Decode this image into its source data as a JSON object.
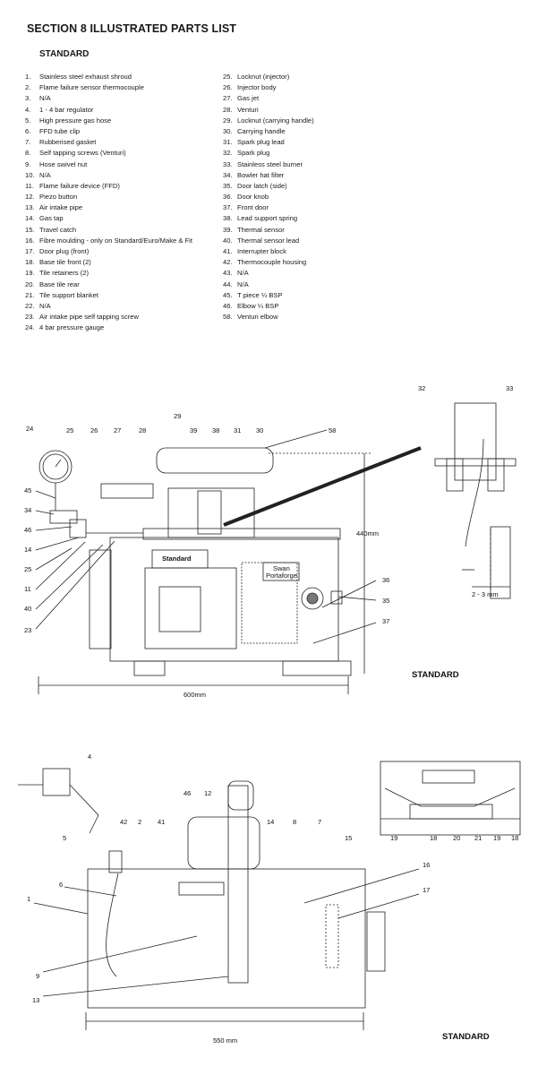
{
  "header": {
    "title": "SECTION 8 ILLUSTRATED PARTS LIST",
    "subtitle": "STANDARD"
  },
  "parts_left": [
    {
      "num": "1.",
      "name": "Stainless steel exhaust shroud"
    },
    {
      "num": "2.",
      "name": "Flame failure sensor thermocouple"
    },
    {
      "num": "3.",
      "name": "N/A"
    },
    {
      "num": "4.",
      "name": "1 - 4 bar regulator"
    },
    {
      "num": "5.",
      "name": "High pressure gas hose"
    },
    {
      "num": "6.",
      "name": "FFD tube clip"
    },
    {
      "num": "7.",
      "name": "Rubberised gasket"
    },
    {
      "num": "8.",
      "name": "Self tapping screws (Venturi)"
    },
    {
      "num": "9.",
      "name": "Hose swivel nut"
    },
    {
      "num": "10.",
      "name": "N/A"
    },
    {
      "num": "11.",
      "name": "Flame failure device (FFD)"
    },
    {
      "num": "12.",
      "name": "Piezo button"
    },
    {
      "num": "13.",
      "name": "Air intake pipe"
    },
    {
      "num": "14.",
      "name": "Gas tap"
    },
    {
      "num": "15.",
      "name": "Travel catch"
    },
    {
      "num": "16.",
      "name": "Fibre moulding - only on Standard/Euro/Make & Fit"
    },
    {
      "num": "17.",
      "name": "Door plug (front)"
    },
    {
      "num": "18.",
      "name": "Base tile front (2)"
    },
    {
      "num": "19.",
      "name": "Tile retainers (2)"
    },
    {
      "num": "20.",
      "name": "Base tile rear"
    },
    {
      "num": "21.",
      "name": "Tile support blanket"
    },
    {
      "num": "22.",
      "name": "N/A"
    },
    {
      "num": "23.",
      "name": "Air intake pipe self tapping screw"
    },
    {
      "num": "24.",
      "name": "4 bar pressure gauge"
    }
  ],
  "parts_right": [
    {
      "num": "25.",
      "name": "Locknut (injector)"
    },
    {
      "num": "26.",
      "name": "Injector body"
    },
    {
      "num": "27.",
      "name": "Gas jet"
    },
    {
      "num": "28.",
      "name": "Venturi"
    },
    {
      "num": "29.",
      "name": "Locknut (carrying handle)"
    },
    {
      "num": "30.",
      "name": "Carrying handle"
    },
    {
      "num": "31.",
      "name": "Spark plug lead"
    },
    {
      "num": "32.",
      "name": "Spark plug"
    },
    {
      "num": "33.",
      "name": "Stainless steel burner"
    },
    {
      "num": "34.",
      "name": "Bowler hat filter"
    },
    {
      "num": "35.",
      "name": "Door latch (side)"
    },
    {
      "num": "36.",
      "name": "Door knob"
    },
    {
      "num": "37.",
      "name": "Front door"
    },
    {
      "num": "38.",
      "name": "Lead support spring"
    },
    {
      "num": "39.",
      "name": "Thermal sensor"
    },
    {
      "num": "40.",
      "name": "Thermal sensor lead"
    },
    {
      "num": "41.",
      "name": "Interrupter block"
    },
    {
      "num": "42.",
      "name": "Thermocouple housing"
    },
    {
      "num": "43.",
      "name": "N/A"
    },
    {
      "num": "44.",
      "name": "N/A"
    },
    {
      "num": "45.",
      "name": "T piece ¼ BSP"
    },
    {
      "num": "46.",
      "name": "Elbow ¼ BSP"
    },
    {
      "num": "58.",
      "name": "Venturi elbow"
    }
  ],
  "diagram1": {
    "caption": "STANDARD",
    "width_dim": "600mm",
    "height_dim": "440mm",
    "gap_dim": "2 - 3 mm",
    "brand_plate": "Standard",
    "maker_plate_1": "Swan",
    "maker_plate_2": "Portaforge",
    "callouts": [
      "24",
      "25",
      "26",
      "27",
      "28",
      "29",
      "39",
      "38",
      "31",
      "30",
      "58",
      "45",
      "34",
      "46",
      "14",
      "25",
      "11",
      "40",
      "23",
      "36",
      "35",
      "37",
      "32",
      "33"
    ]
  },
  "diagram2": {
    "caption": "STANDARD",
    "width_dim": "550 mm",
    "callouts": [
      "4",
      "5",
      "46",
      "12",
      "42",
      "2",
      "41",
      "14",
      "8",
      "7",
      "15",
      "16",
      "17",
      "1",
      "6",
      "9",
      "13"
    ],
    "inset_callouts": [
      "19",
      "18",
      "20",
      "21",
      "19",
      "18"
    ]
  }
}
